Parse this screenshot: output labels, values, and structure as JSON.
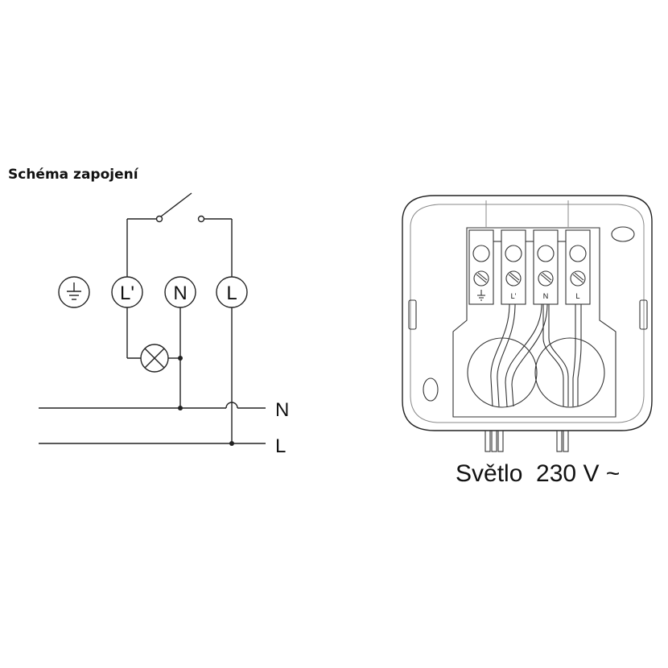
{
  "schematic": {
    "title": "Schéma zapojení",
    "terminals": [
      "L'",
      "N",
      "L"
    ],
    "bus_labels": [
      "N",
      "L"
    ]
  },
  "device": {
    "terminal_labels": [
      "L'",
      "N",
      "L"
    ],
    "caption": "Světlo  230 V ~"
  }
}
